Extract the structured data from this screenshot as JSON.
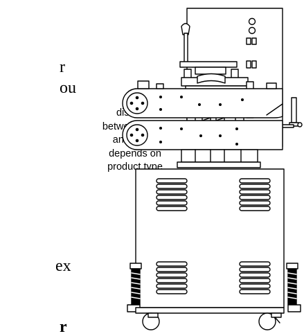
{
  "caption": {
    "lines": [
      "distance",
      "between puller",
      "and cutter",
      "depends on",
      "product type"
    ]
  },
  "cropped_text": [
    "r",
    "ou",
    "ex",
    "r"
  ]
}
